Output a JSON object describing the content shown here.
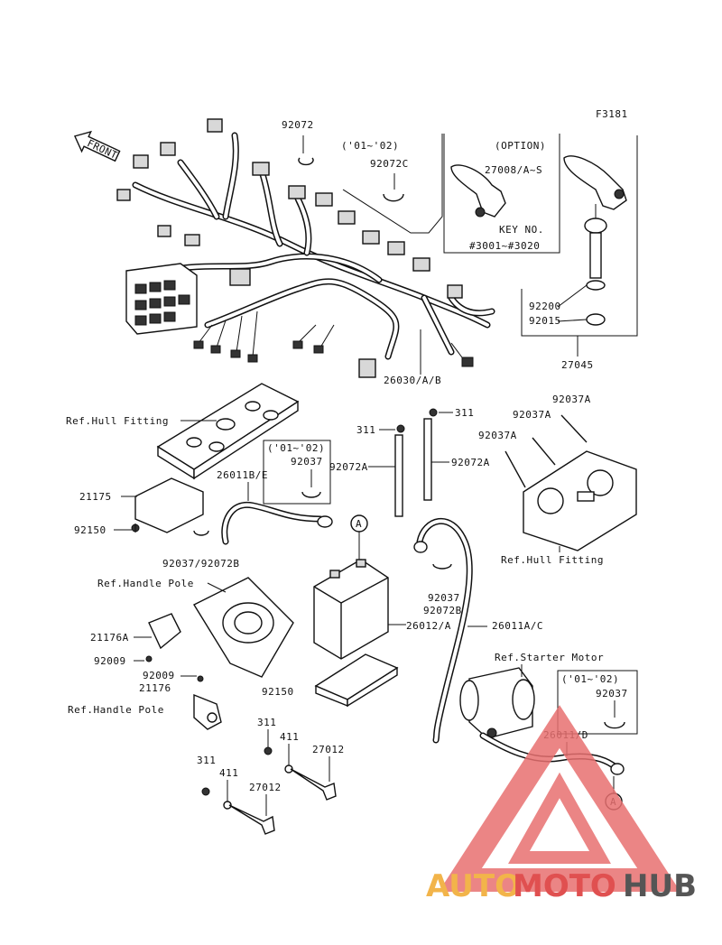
{
  "figure_code": "F3181",
  "front_label": "FRONT",
  "callouts": {
    "c92072_top": "92072",
    "year_01_02_a": "('01~'02)",
    "c92072C": "92072C",
    "option": "(OPTION)",
    "c27008": "27008/A~S",
    "key_no": "KEY NO.",
    "key_range": "#3001~#3020",
    "c92200": "92200",
    "c92015": "92015",
    "c27045": "27045",
    "c26030": "26030/A/B",
    "ref_hull_1": "Ref.Hull Fitting",
    "year_01_02_b": "('01~'02)",
    "c92037_b": "92037",
    "c26011BE": "26011B/E",
    "c21175": "21175",
    "c92150_a": "92150",
    "c92037_92072B": "92037/92072B",
    "c311_a": "311",
    "c311_b": "311",
    "c92072A_a": "92072A",
    "c92072A_b": "92072A",
    "c92037A_a": "92037A",
    "c92037A_b": "92037A",
    "c92037A_c": "92037A",
    "ref_hull_2": "Ref.Hull Fitting",
    "circle_A_1": "A",
    "ref_handle_1": "Ref.Handle Pole",
    "c92037_c": "92037",
    "c92072B_c": "92072B",
    "c21176A": "21176A",
    "c92009_a": "92009",
    "c26012A": "26012/A",
    "c26011AC": "26011A/C",
    "ref_starter": "Ref.Starter Motor",
    "year_01_02_c": "('01~'02)",
    "c92037_d": "92037",
    "c92009_b": "92009",
    "c21176": "21176",
    "ref_handle_2": "Ref.Handle Pole",
    "c92150_b": "92150",
    "c311_c": "311",
    "c411_a": "411",
    "c27012_a": "27012",
    "c311_d": "311",
    "c411_b": "411",
    "c27012_b": "27012",
    "c26011D": "26011/D",
    "circle_A_2": "A"
  },
  "watermark": {
    "part1": "AUTO",
    "part2": "MOTO",
    "part3": "HUB",
    "color_triangle": "#e87070",
    "color_auto": "#f2b44a",
    "color_moto": "#e05050",
    "color_hub": "#555555"
  }
}
